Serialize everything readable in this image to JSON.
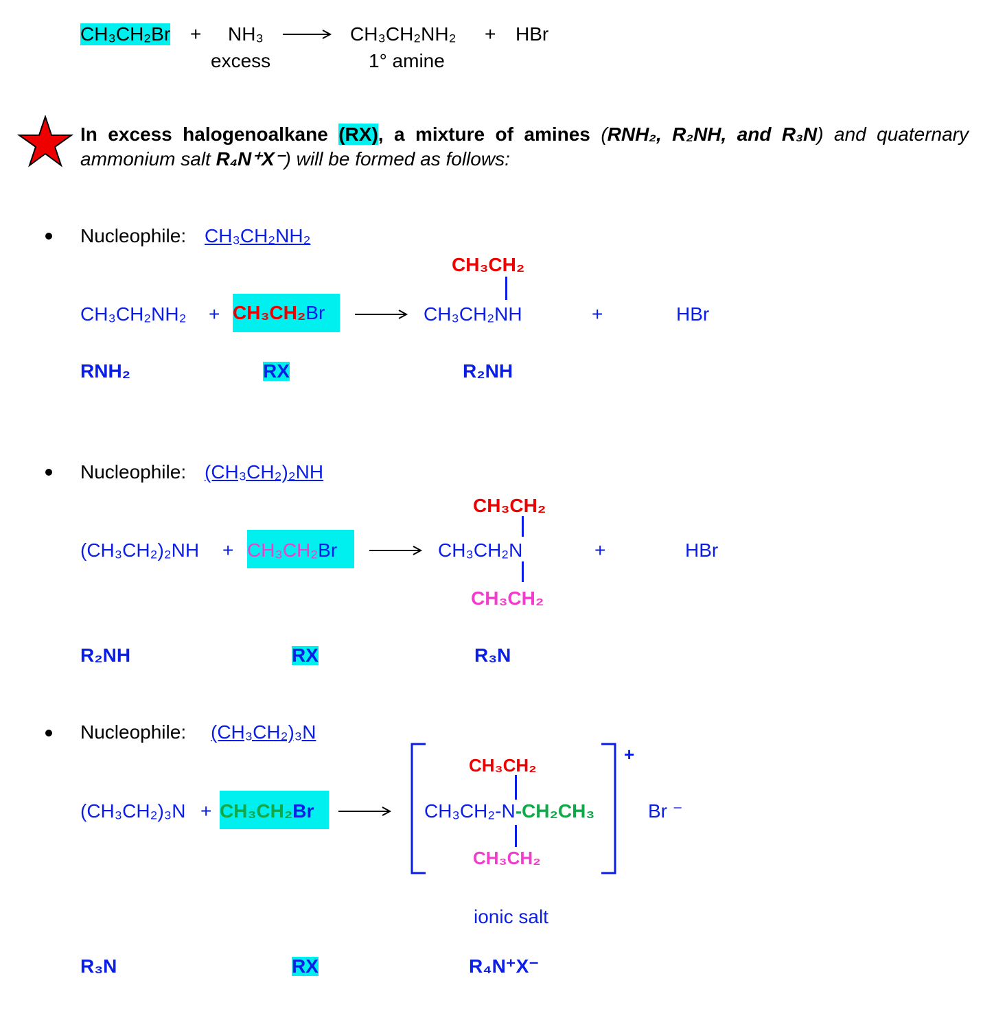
{
  "eq0": {
    "reactant1": "CH₃CH₂Br",
    "plus1": "+",
    "reactant2": "NH₃",
    "reactant2_note": "excess",
    "product1": "CH₃CH₂NH₂",
    "product1_note": "1° amine",
    "plus2": "+",
    "product2": "HBr"
  },
  "intro": {
    "text_bold": "In excess halogenoalkane",
    "rx": "(RX)",
    "text_bold2": ", a mixture of amines",
    "text_italic_open": "(",
    "amines": "RNH₂, R₂NH, and R₃N",
    "text_mid": ") and quaternary ammonium salt",
    "salt": "R₄N⁺X⁻",
    "text_end": ") will be formed as follows:"
  },
  "sections": [
    {
      "label": "Nucleophile:",
      "nucleophile": "CH₃CH₂NH₂",
      "reactant1": "CH₃CH₂NH₂",
      "plus": "+",
      "rx_red": "CH₃CH₂",
      "rx_br": "Br",
      "product_top": "CH₃CH₂",
      "product_main": "CH₃CH₂NH",
      "plus2": "+",
      "byproduct": "HBr",
      "gen1": "RNH₂",
      "gen2": "RX",
      "gen3": "R₂NH"
    },
    {
      "label": "Nucleophile:",
      "nucleophile": "(CH₃CH₂)₂NH",
      "reactant1": "(CH₃CH₂)₂NH",
      "plus": "+",
      "rx_pink": "CH₃CH₂",
      "rx_br": "Br",
      "product_top": "CH₃CH₂",
      "product_main": "CH₃CH₂N",
      "product_bottom": "CH₃CH₂",
      "plus2": "+",
      "byproduct": "HBr",
      "gen1": "R₂NH",
      "gen2": "RX",
      "gen3": "R₃N"
    },
    {
      "label": "Nucleophile:",
      "nucleophile": "(CH₃CH₂)₃N",
      "reactant1": "(CH₃CH₂)₃N",
      "plus": "+",
      "rx_green": "CH₃CH₂",
      "rx_br": "Br",
      "product_top": "CH₃CH₂",
      "product_left": "CH₃CH₂-",
      "product_n": "N",
      "product_right": "-CH₂CH₃",
      "product_bottom": "CH₃CH₂",
      "charge": "+",
      "counterion": "Br ⁻",
      "note": "ionic salt",
      "gen1": "R₃N",
      "gen2": "RX",
      "gen3": "R₄N⁺X⁻"
    }
  ],
  "colors": {
    "blue": "#0a1ee6",
    "red": "#ee0000",
    "pink": "#f23ccc",
    "green": "#11a84a",
    "highlight": "#00f0f0",
    "star": "#ee0000"
  }
}
